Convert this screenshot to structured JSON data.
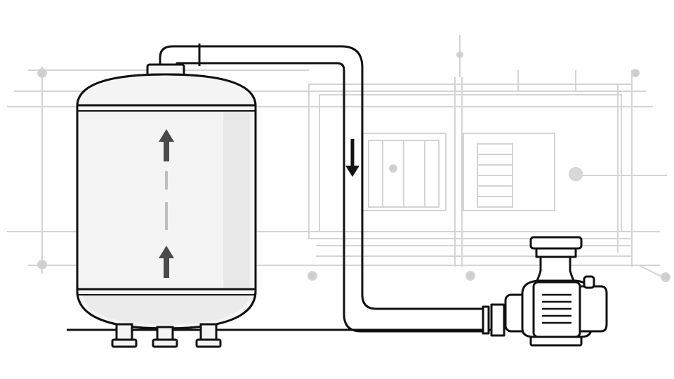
{
  "diagram": {
    "subject": "tank-pump-piping-schematic",
    "components": [
      {
        "id": "storage-tank",
        "icon": "pressure-vessel-icon"
      },
      {
        "id": "tank-top-nozzle",
        "icon": "nozzle-icon"
      },
      {
        "id": "connecting-pipe",
        "icon": "pipe-icon"
      },
      {
        "id": "centrifugal-pump",
        "icon": "pump-icon"
      },
      {
        "id": "pump-motor",
        "icon": "motor-icon"
      },
      {
        "id": "tank-support-legs",
        "icon": "support-leg-icon"
      }
    ],
    "flow_indicators": [
      {
        "id": "tank-arrow-upper",
        "direction": "up"
      },
      {
        "id": "tank-arrow-lower",
        "direction": "up"
      },
      {
        "id": "pipe-arrow",
        "direction": "down"
      }
    ],
    "background": "faded-architectural-blueprint",
    "colors": {
      "line": "#111111",
      "tank_fill": "#f4f4f4",
      "tank_shade": "#e6e6e6",
      "arrow": "#4a4a4a",
      "blueprint": "#c9c9c9",
      "background": "#ffffff"
    }
  }
}
